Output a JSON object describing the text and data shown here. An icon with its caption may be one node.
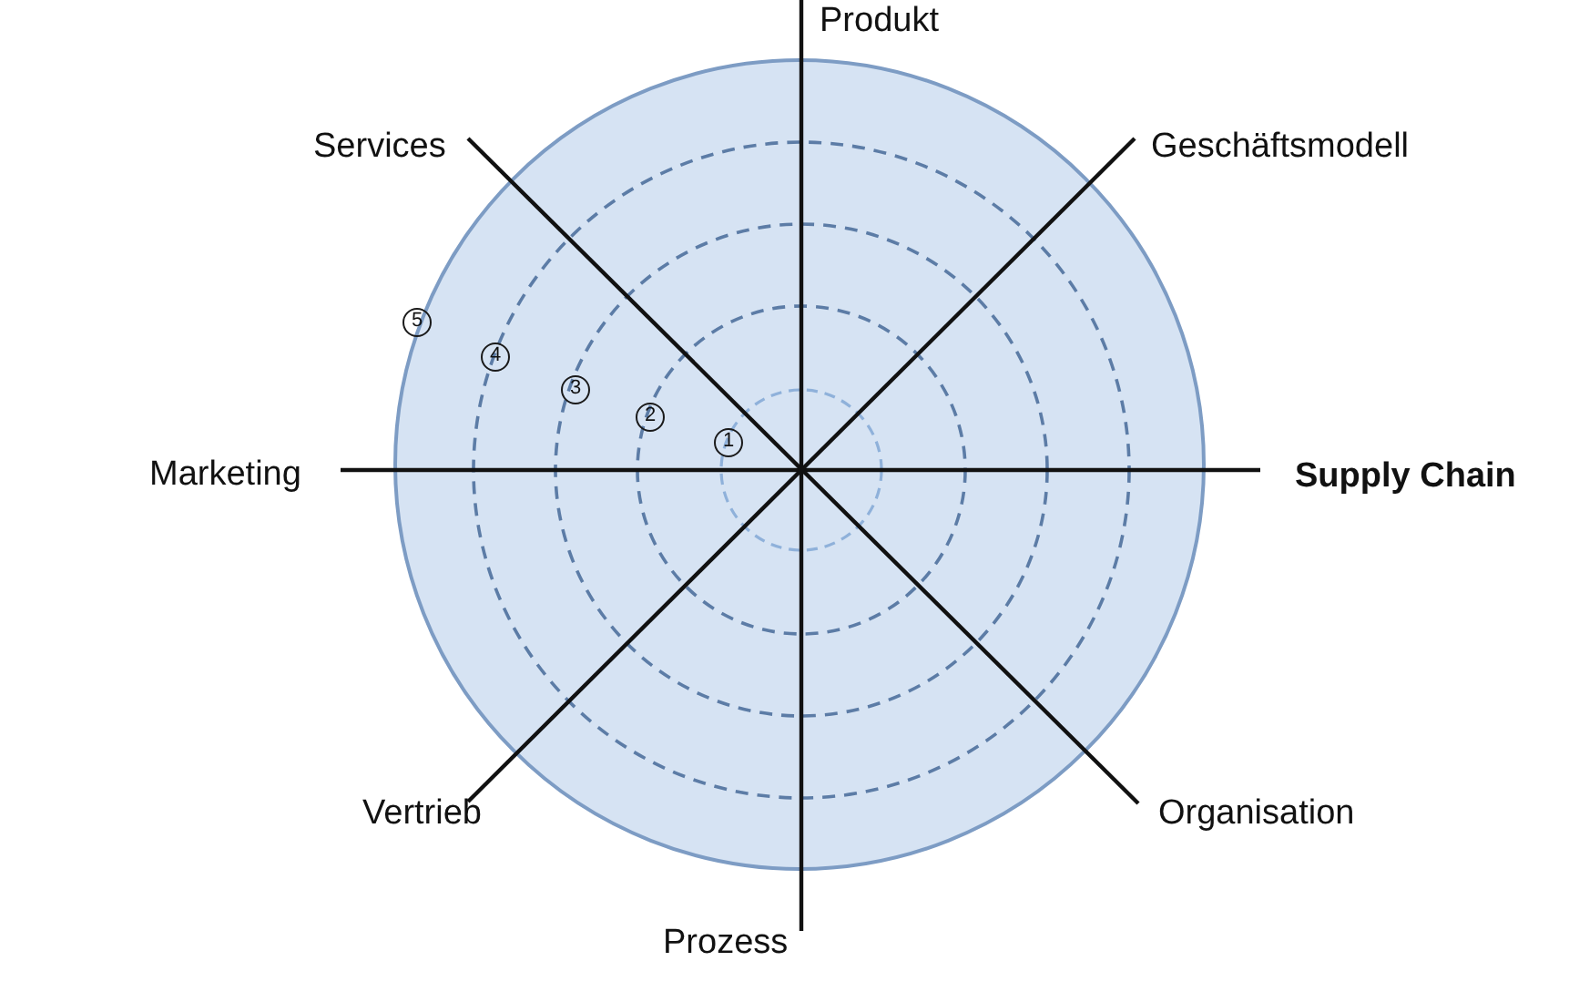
{
  "diagram": {
    "labels": [
      "Produkt",
      "Services",
      "Geschäftsmodell",
      "5",
      "4",
      "3",
      "2",
      "1",
      "Marketing",
      "Supply Chain",
      "Vertrieb",
      "Organisation",
      "Prozess"
    ]
  }
}
